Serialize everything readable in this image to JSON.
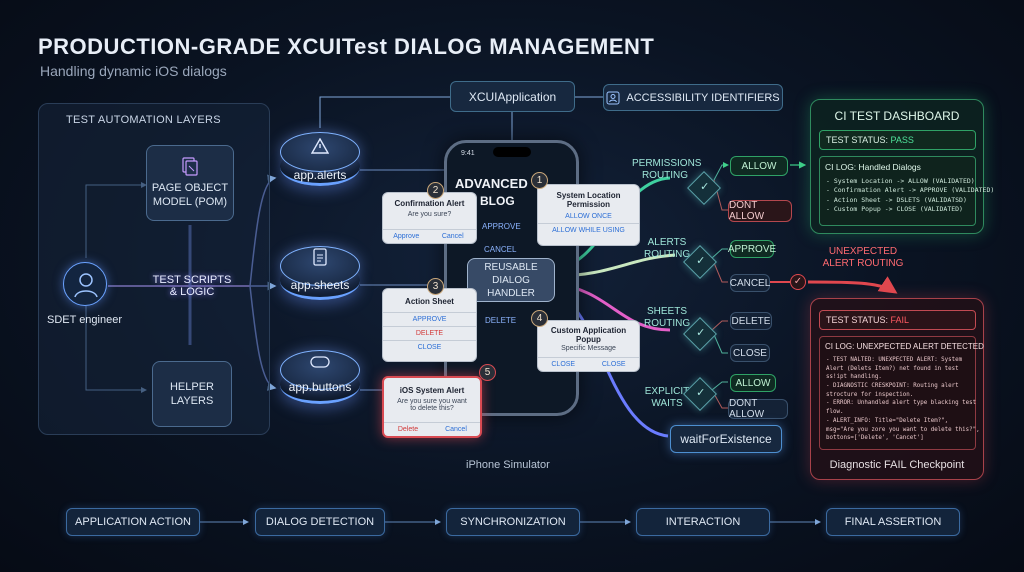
{
  "title": "PRODUCTION-GRADE XCUITest DIALOG MANAGEMENT",
  "subtitle": "Handling dynamic iOS dialogs",
  "layers_panel": {
    "title": "TEST AUTOMATION LAYERS",
    "pom": "PAGE OBJECT MODEL (POM)",
    "scripts": "TEST SCRIPTS & LOGIC",
    "helper": "HELPER LAYERS",
    "engineer": "SDET engineer"
  },
  "top": {
    "xcuiapp": "XCUIApplication",
    "accessibility": "ACCESSIBILITY IDENTIFIERS"
  },
  "disks": {
    "alerts": "app.alerts",
    "sheets": "app.sheets",
    "buttons": "app.buttons"
  },
  "phone": {
    "time": "9:41",
    "header": "ADVANCED",
    "header2": "BLOG",
    "approve": "APPROVE",
    "cancel": "CANCEL",
    "delete": "DELETE",
    "handler": "REUSABLE DIALOG HANDLER",
    "label": "iPhone Simulator"
  },
  "dialogs": {
    "d1": {
      "badge": "1",
      "title": "System Location Permission",
      "a1": "ALLOW ONCE",
      "a2": "ALLOW WHILE USING"
    },
    "d2": {
      "badge": "2",
      "title": "Confirmation Alert",
      "msg": "Are you sure?",
      "a1": "Approve",
      "a2": "Cancel"
    },
    "d3": {
      "badge": "3",
      "title": "Action Sheet",
      "a1": "APPROVE",
      "a2": "DELETE",
      "a3": "CLOSE"
    },
    "d4": {
      "badge": "4",
      "title": "Custom Application Popup",
      "msg": "Specific Message",
      "a1": "CLOSE",
      "a2": "CLOSE"
    },
    "d5": {
      "badge": "5",
      "title": "iOS System Alert",
      "msg": "Are you sure you want to delete this?",
      "a1": "Delete",
      "a2": "Cancel"
    }
  },
  "routing": {
    "permissions": "PERMISSIONS ROUTING",
    "alerts": "ALERTS ROUTING",
    "sheets": "SHEETS ROUTING",
    "waits": "EXPLICIT WAITS",
    "allow": "ALLOW",
    "dont_allow": "DONT ALLOW",
    "approve": "APPROVE",
    "cancel": "CANCEL",
    "delete": "DELETE",
    "close": "CLOSE",
    "allow2": "ALLOW",
    "dont_allow2": "DONT ALLOW",
    "wait": "waitForExistence",
    "unexpected": "UNEXPECTED ALERT ROUTING"
  },
  "dashboard": {
    "title": "CI TEST DASHBOARD",
    "status_label": "TEST STATUS:",
    "status": "PASS",
    "log_title": "CI LOG: Handled Dialogs",
    "log": [
      "- System Location -> ALLOW (VALIDATED)",
      "- Confirmation Alert -> APPROVE (VALIDATED)",
      "- Action Sheet -> DSLETS (VALIDATSD)",
      "- Custom Popup -> CLOSE (VALIDATED)"
    ]
  },
  "fail": {
    "status_label": "TEST STATUS:",
    "status": "FAIL",
    "log_title": "CI LOG: UNEXPECTED ALERT DETECTED",
    "log": [
      "- TEST NALTED: UNEXPECTED ALERT: System",
      "  Alert (Delets Item?) net found in test",
      "  ss!ipt handling.",
      "- DIAGNOSTIC CRESKPOINT: Routing alert",
      "  strocture for inspection.",
      "- ERROR: Unhandled alert type blacking test",
      "  flow.",
      "- ALERT_INFO: Title=\"Delete Item?\",",
      "  msg=\"Are you zore you want to delete this?\",",
      "  bottons=['Delete', 'Cancet']"
    ],
    "caption": "Diagnostic FAIL Checkpoint"
  },
  "flow": [
    "APPLICATION ACTION",
    "DIALOG DETECTION",
    "SYNCHRONIZATION",
    "INTERACTION",
    "FINAL ASSERTION"
  ],
  "colors": {
    "accent": "#6aa2ff",
    "pass": "#2fa266",
    "fail": "#d84a52",
    "teal": "#5ad6c4"
  }
}
